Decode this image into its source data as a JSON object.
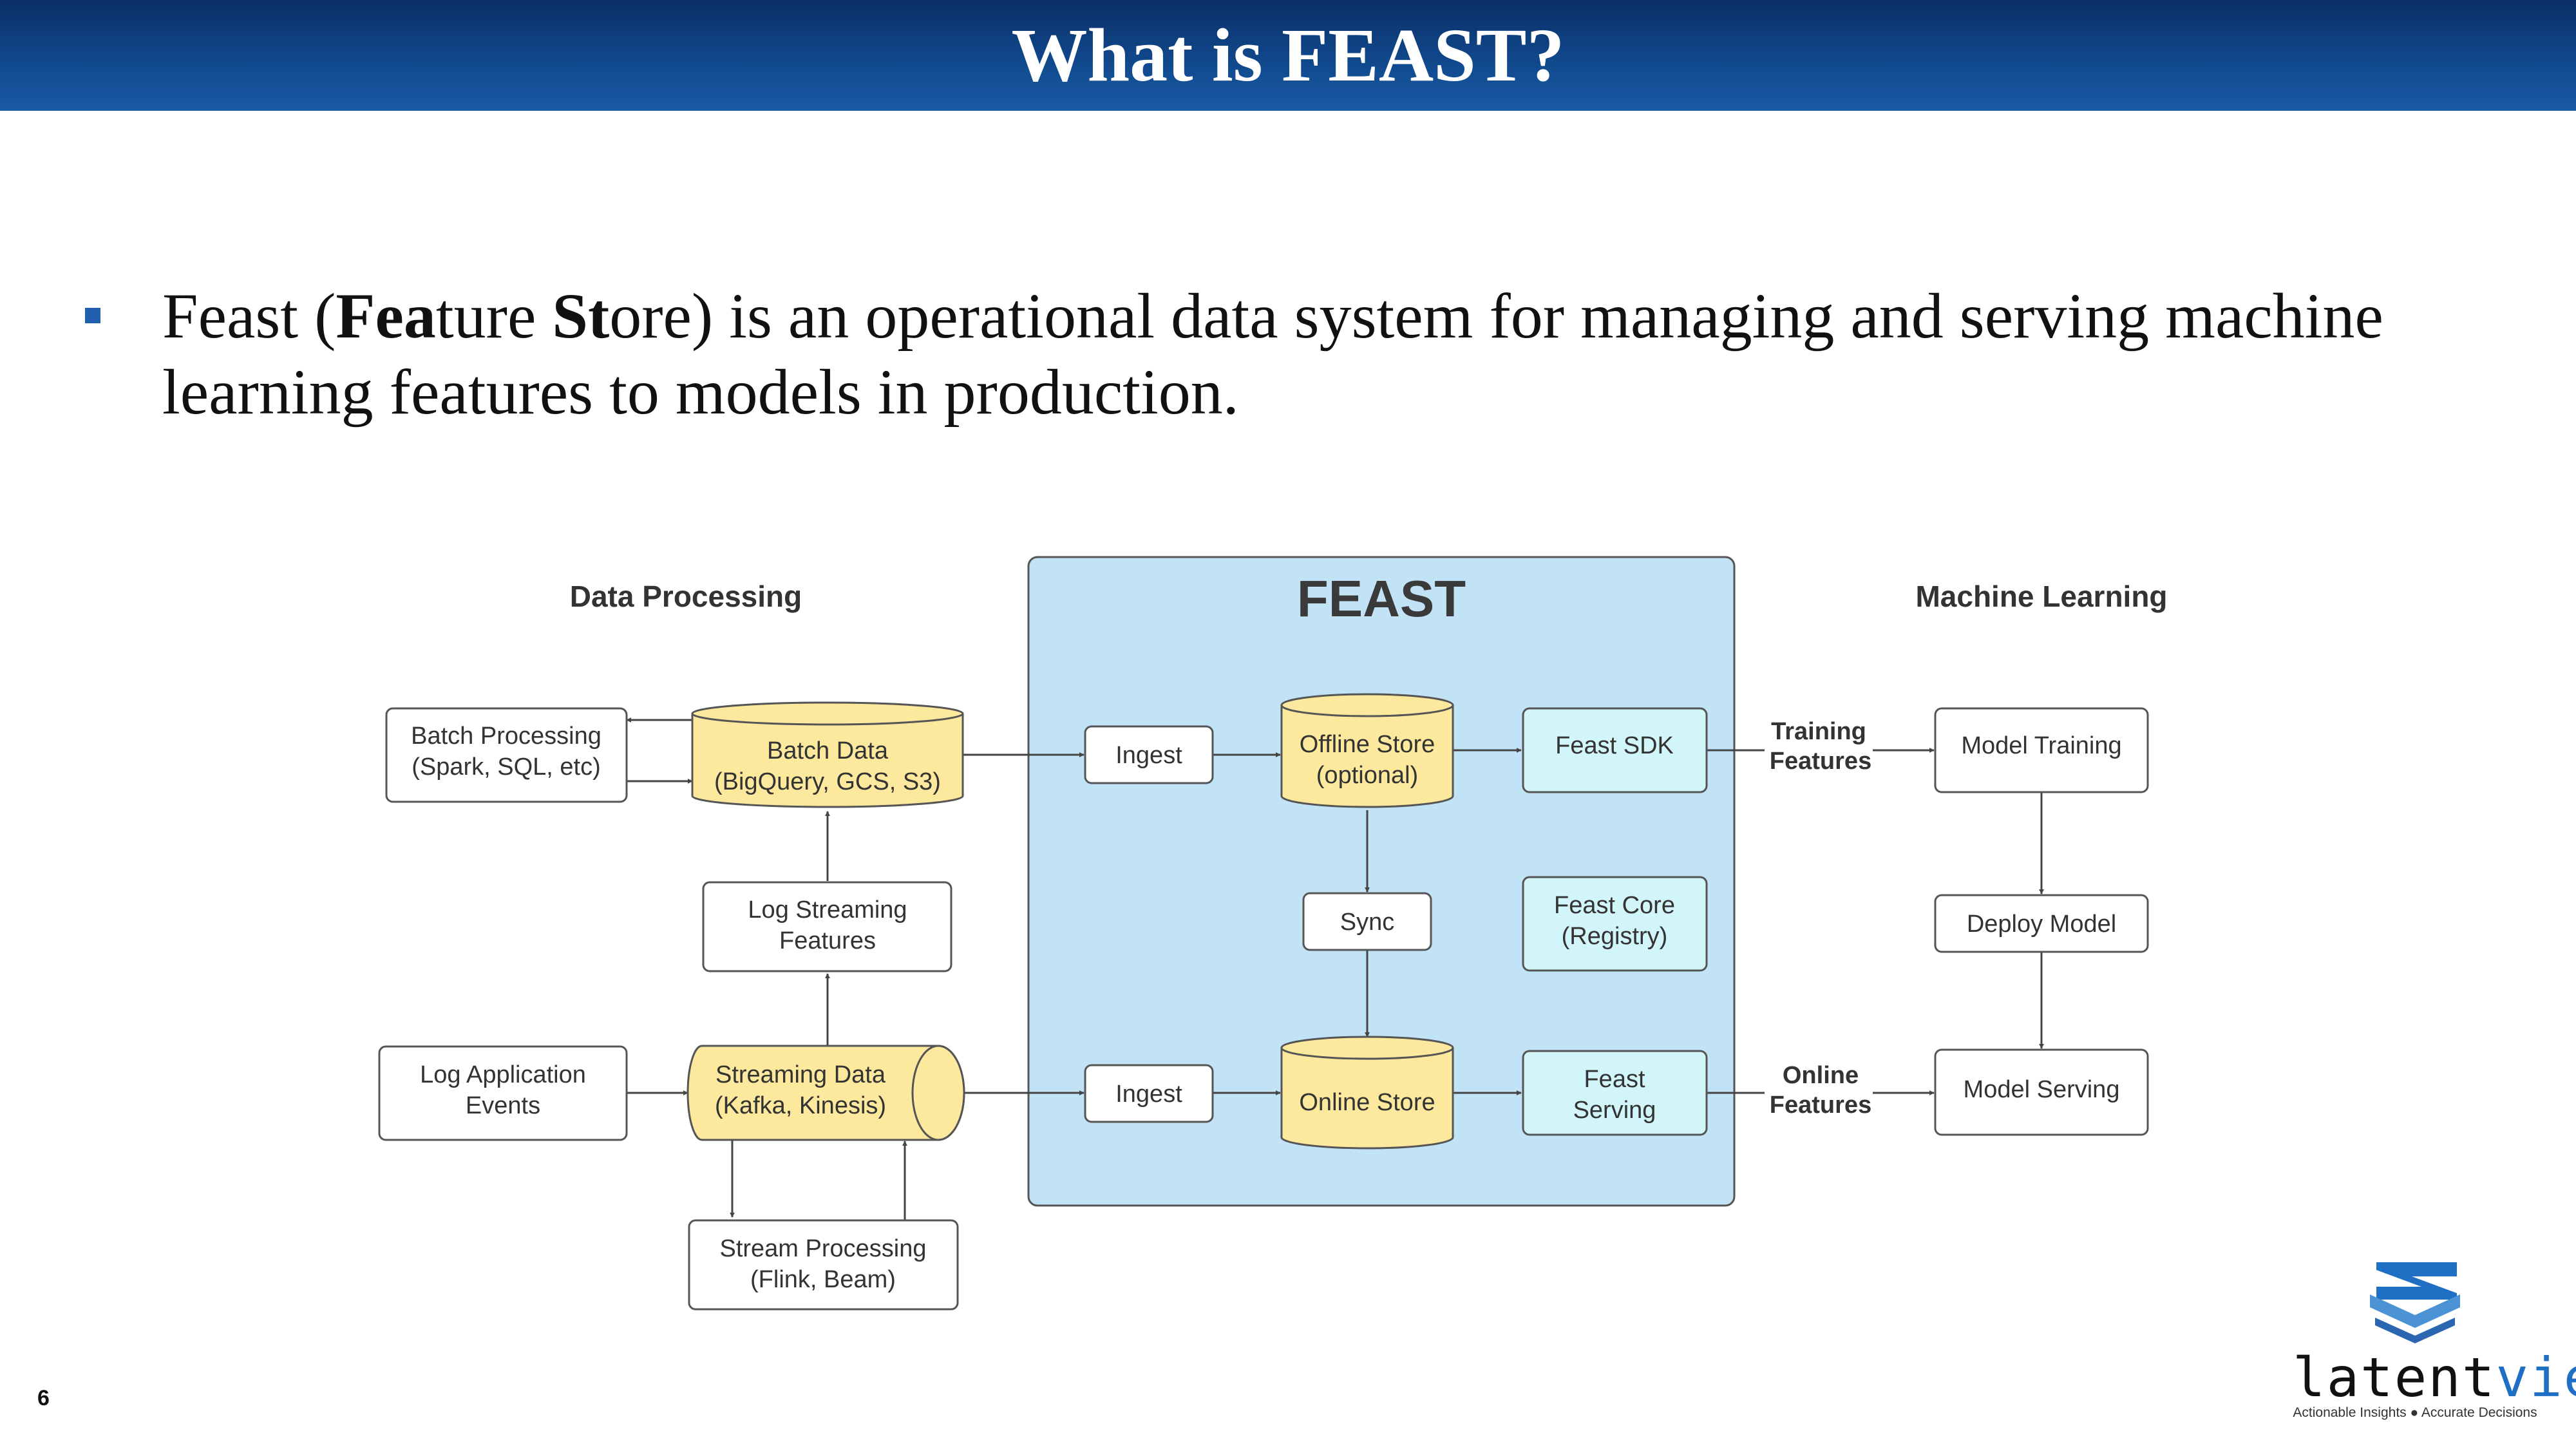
{
  "slide": {
    "title": "What is FEAST?",
    "bullet_prefix": "Feast (",
    "bullet_bold1": "Fea",
    "bullet_mid1": "ture ",
    "bullet_bold2": "St",
    "bullet_rest": "ore) is an operational data system for managing and serving machine learning features to models in production.",
    "page_number": "6"
  },
  "diagram": {
    "sections": {
      "data_processing": "Data Processing",
      "feast": "FEAST",
      "machine_learning": "Machine Learning"
    },
    "nodes": {
      "batch_processing": [
        "Batch Processing",
        "(Spark, SQL, etc)"
      ],
      "batch_data": [
        "Batch Data",
        "(BigQuery, GCS, S3)"
      ],
      "log_streaming": [
        "Log Streaming",
        "Features"
      ],
      "log_app_events": [
        "Log Application",
        "Events"
      ],
      "streaming_data": [
        "Streaming Data",
        "(Kafka, Kinesis)"
      ],
      "stream_processing": [
        "Stream Processing",
        "(Flink, Beam)"
      ],
      "ingest_top": [
        "Ingest"
      ],
      "ingest_bottom": [
        "Ingest"
      ],
      "offline_store": [
        "Offline Store",
        "(optional)"
      ],
      "sync": [
        "Sync"
      ],
      "online_store": [
        "Online Store"
      ],
      "feast_sdk": [
        "Feast SDK"
      ],
      "feast_core": [
        "Feast Core",
        "(Registry)"
      ],
      "feast_serving": [
        "Feast",
        "Serving"
      ],
      "model_training": [
        "Model Training"
      ],
      "deploy_model": [
        "Deploy Model"
      ],
      "model_serving": [
        "Model Serving"
      ]
    },
    "edge_labels": {
      "training": [
        "Training",
        "Features"
      ],
      "online": [
        "Online",
        "Features"
      ]
    },
    "colors": {
      "feast_panel": "#c2e3f5",
      "store_fill": "#fde99d",
      "feast_box": "#d2f5fa",
      "box_stroke": "#555555"
    }
  },
  "logo": {
    "word_a": "latent",
    "word_b": "view",
    "tagline": "Actionable Insights ● Accurate Decisions",
    "icon": "layered-stack-logo-icon"
  }
}
